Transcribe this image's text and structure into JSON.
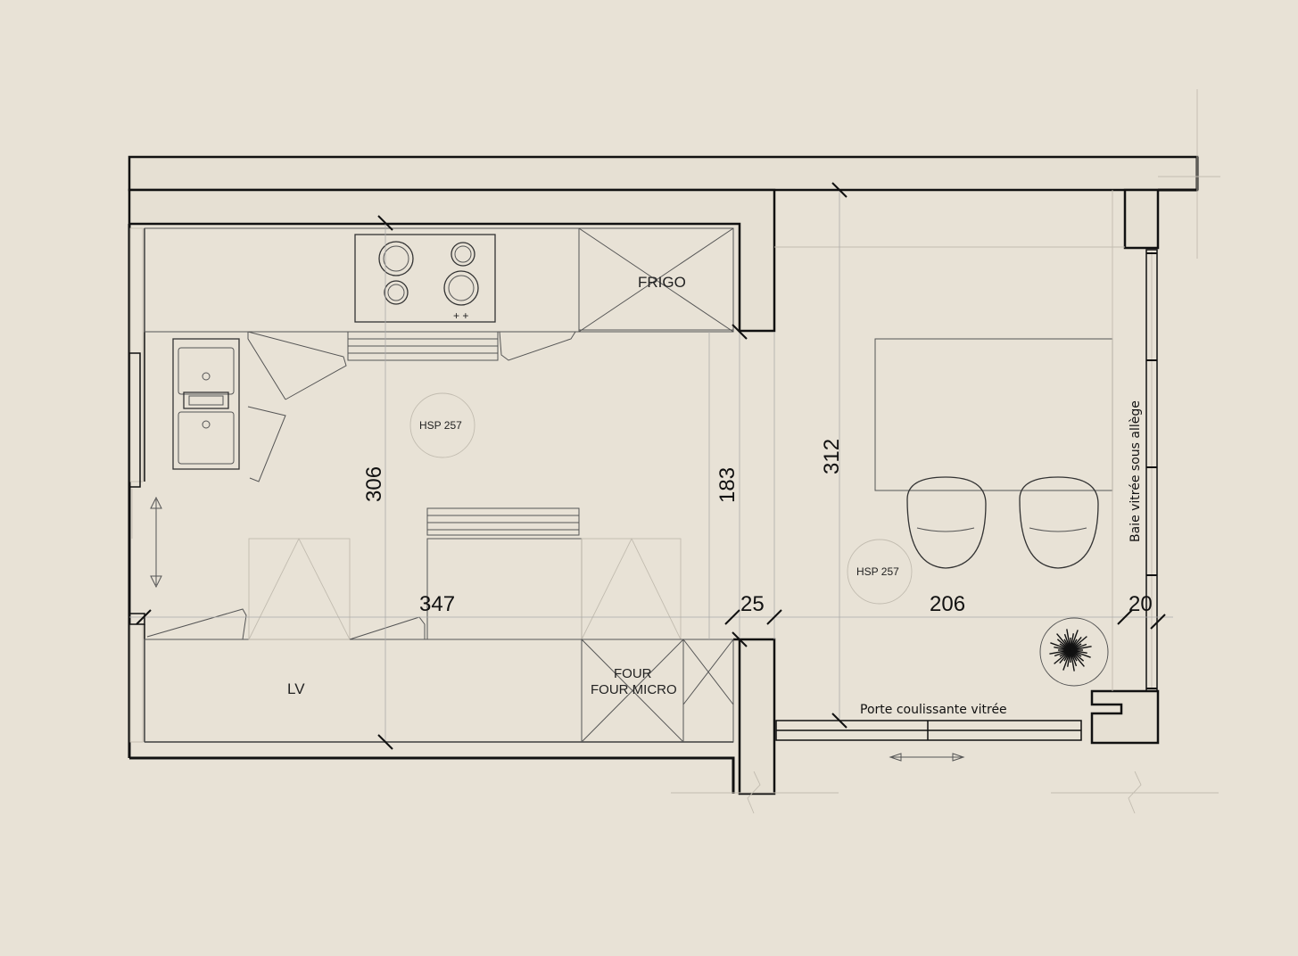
{
  "labels": {
    "frigo": "FRIGO",
    "lv": "LV",
    "four": "FOUR",
    "four_micro": "FOUR MICRO",
    "hsp_left": "HSP 257",
    "hsp_right": "HSP 257",
    "porte": "Porte coulissante vitrée",
    "baie": "Baie vitrée sous allège"
  },
  "dimensions": {
    "d306": "306",
    "d183": "183",
    "d312": "312",
    "d347": "347",
    "d25": "25",
    "d206": "206",
    "d20": "20"
  },
  "cooktop_marks": "+ +"
}
